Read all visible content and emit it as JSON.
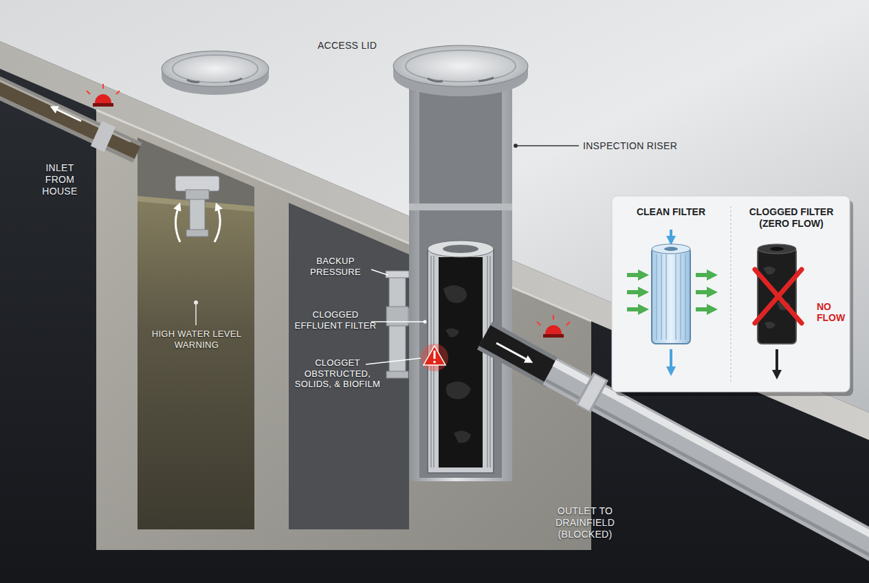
{
  "diagram": {
    "nodes": [
      {
        "text": [
          "CLEAN FILTER"
        ]
      },
      {
        "text": [
          "CLOGGED FILTER (ZERO FLOW)",
          "NO FLOW"
        ]
      }
    ],
    "labels": [
      "ACCESS LID",
      "INSPECTION RISER",
      "INLET FROM HOUSE",
      "HIGH WATER LEVEL WARNING",
      "BACKUP PRESSURE",
      "CLOGGED EFFLUENT FILTER",
      "CLOGGET OBSTRUCTED, SOLIDS, & BIOFILM",
      "OUTLET TO DRAINFIELD (BLOCKED)"
    ]
  }
}
